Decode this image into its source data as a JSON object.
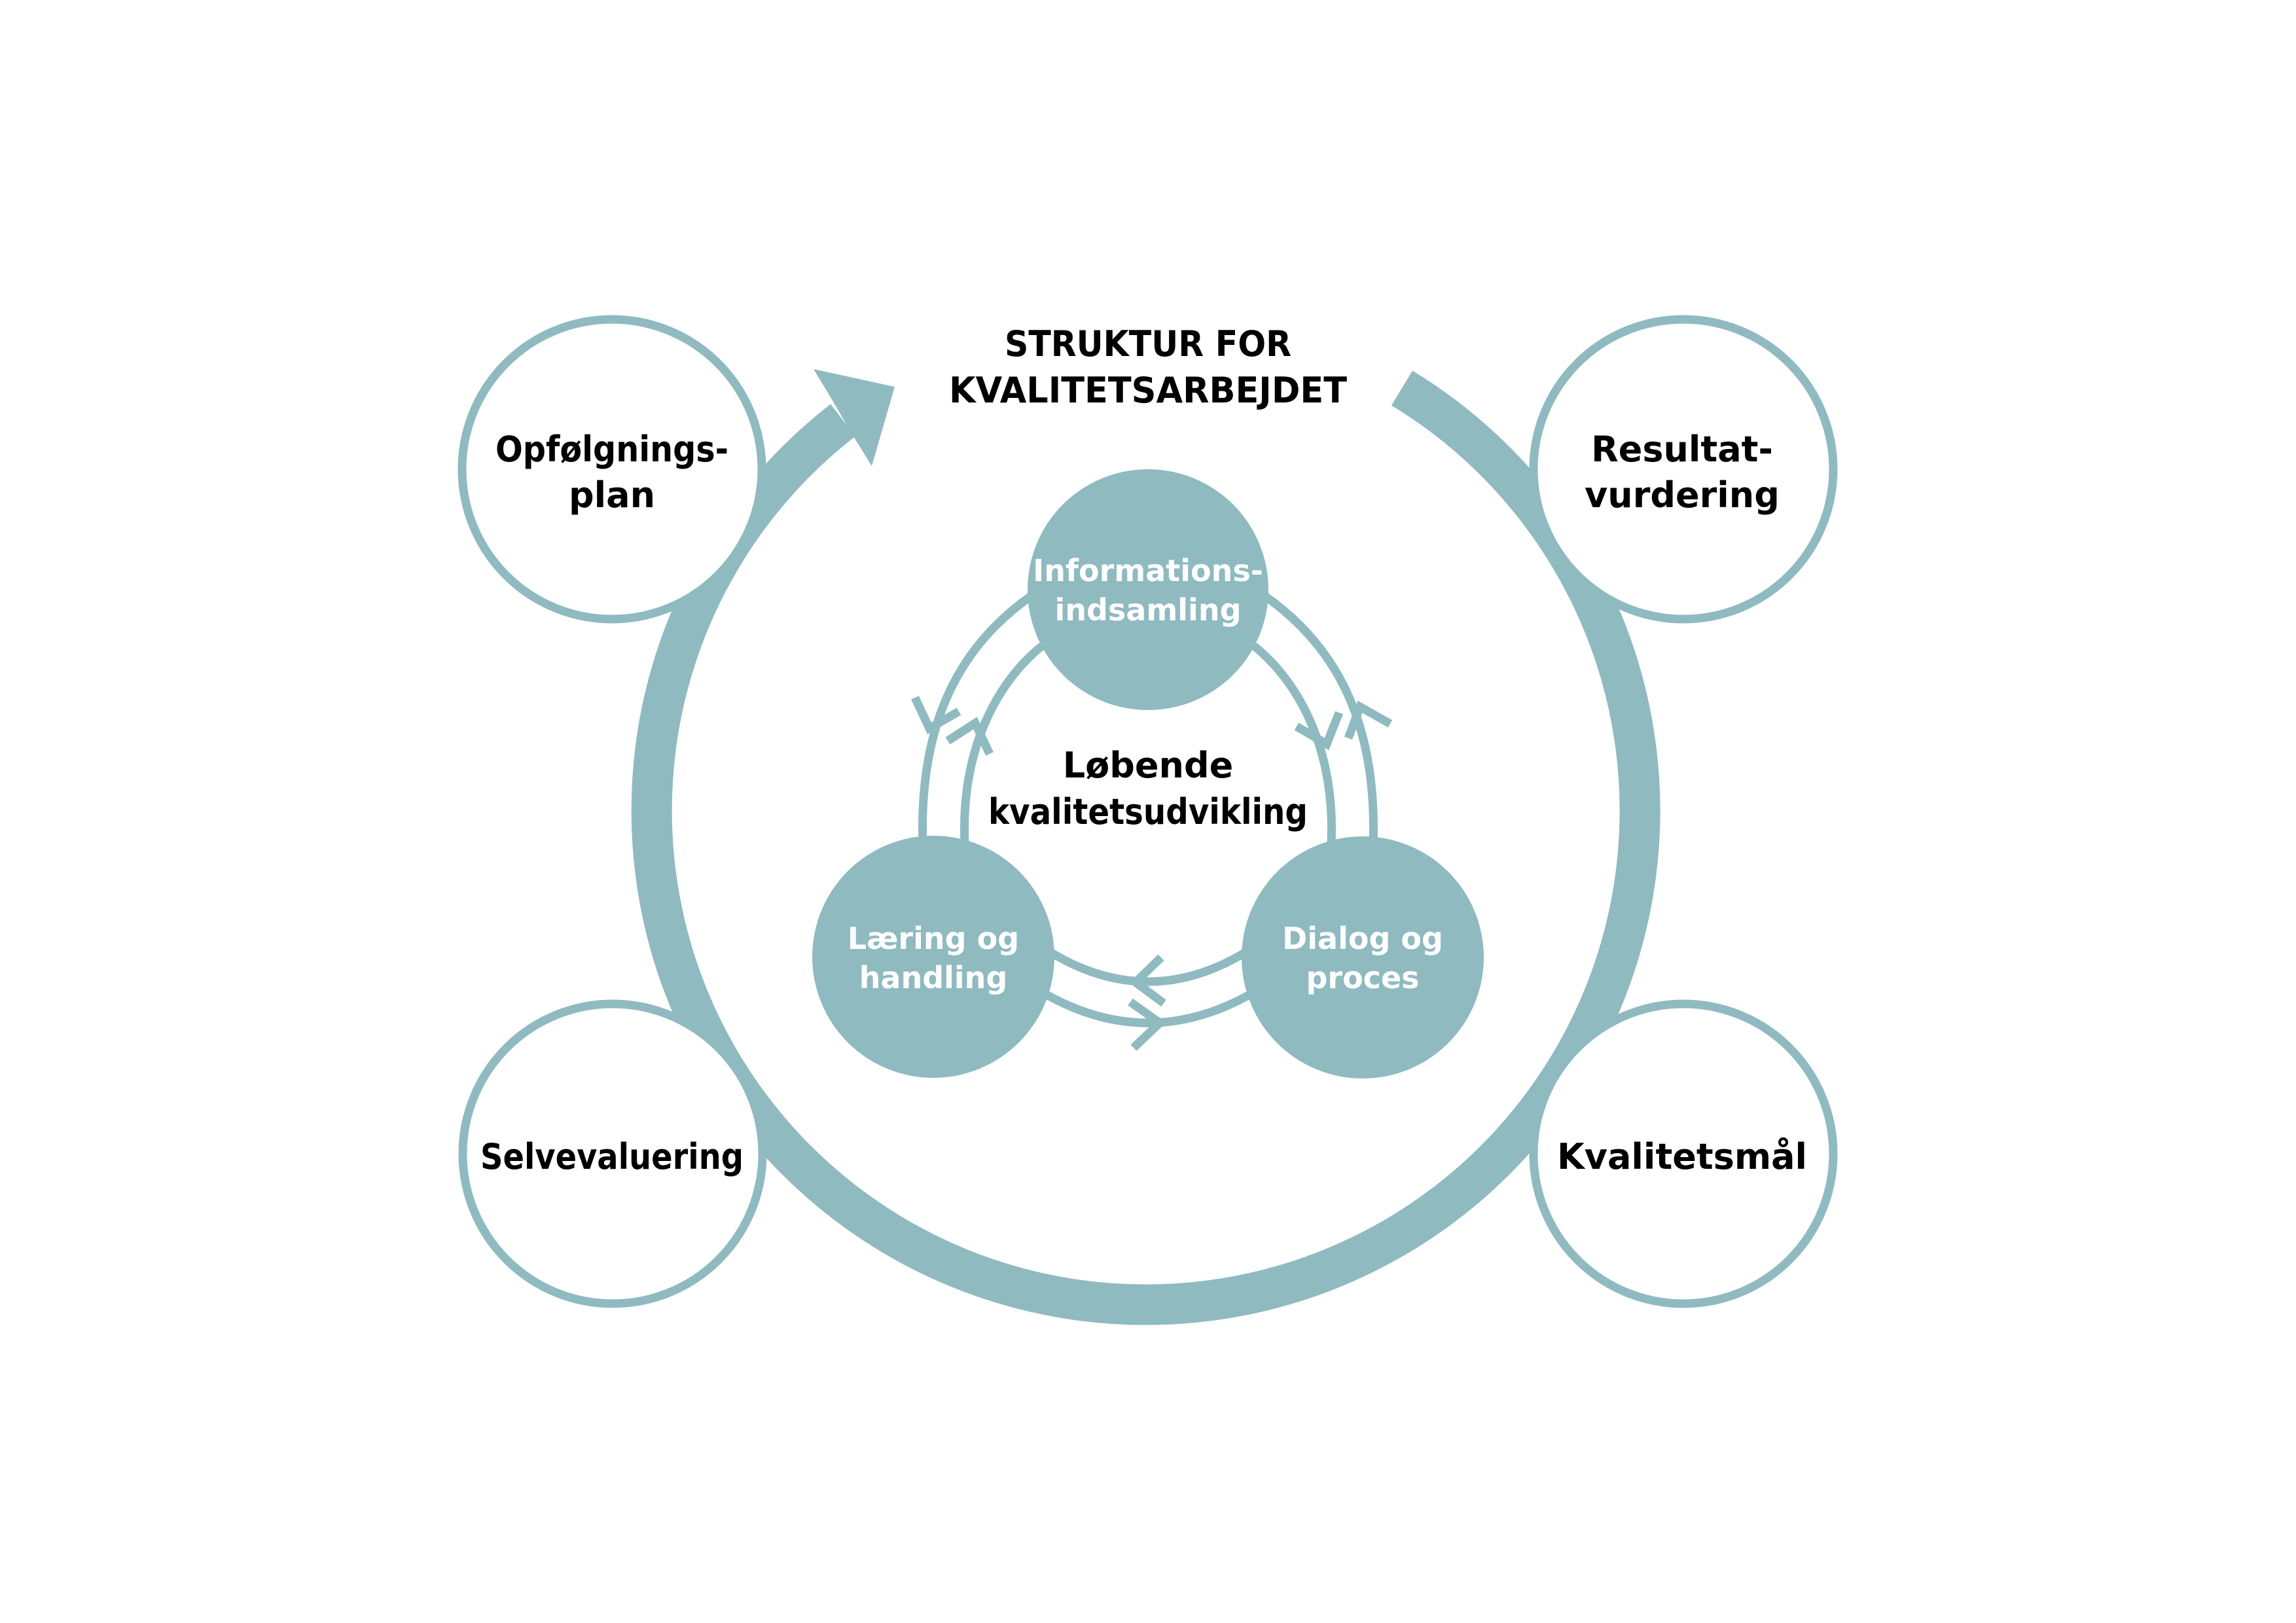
{
  "title": {
    "line1": "STRUKTUR FOR",
    "line2": "KVALITETSARBEJDET"
  },
  "outer_nodes": {
    "top_left": {
      "line1": "Opfølgnings-",
      "line2": "plan"
    },
    "top_right": {
      "line1": "Resultat-",
      "line2": "vurdering"
    },
    "bottom_right": {
      "line1": "Kvalitetsmål"
    },
    "bottom_left": {
      "line1": "Selvevaluering"
    }
  },
  "inner_cycle": {
    "center": {
      "line1": "Løbende",
      "line2": "kvalitetsudvikling"
    },
    "nodes": {
      "top": {
        "line1": "Informations-",
        "line2": "indsamling"
      },
      "bottom_left": {
        "line1": "Læring og",
        "line2": "handling"
      },
      "bottom_right": {
        "line1": "Dialog og",
        "line2": "proces"
      }
    }
  },
  "colors": {
    "accent": "#8fbac0",
    "text": "#000000",
    "inner_text": "#ffffff",
    "background": "#ffffff"
  },
  "icons": {
    "outer_cycle_arrow": "curved-arrow-clockwise",
    "inner_flow_arrows": "chevron-arrow"
  }
}
